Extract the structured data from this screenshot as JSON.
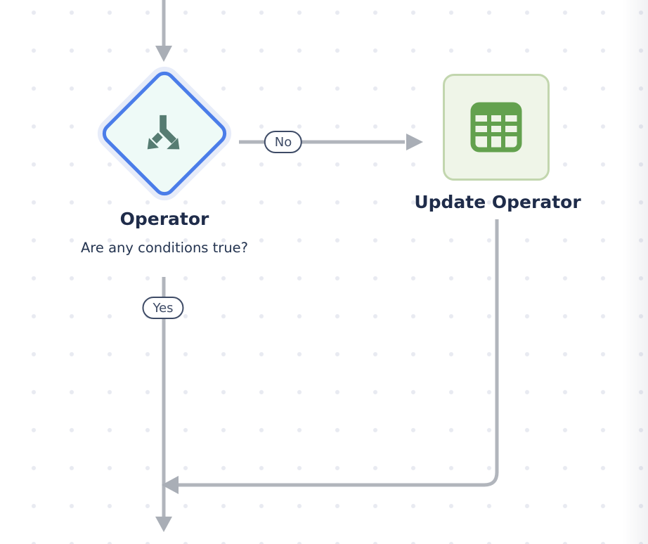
{
  "canvas": {
    "background_color": "#ffffff",
    "dot_color": "#e8eaf1",
    "edge_color": "#b1b5bc",
    "arrowhead_color": "#a9aeb6"
  },
  "nodes": {
    "operator": {
      "title": "Operator",
      "subtitle": "Are any conditions true?",
      "shape": "diamond",
      "icon": "branch-split-icon",
      "border_color": "#4b7de9",
      "fill_color": "#eefaf7",
      "halo_color": "#e7ecf9",
      "icon_color": "#567c72"
    },
    "update_operator": {
      "title": "Update Operator",
      "shape": "rounded-square",
      "icon": "table-icon",
      "border_color": "#c2d6ae",
      "fill_color": "#eff5e8",
      "icon_color": "#63a14e"
    }
  },
  "edges": {
    "no_branch": {
      "label": "No"
    },
    "yes_branch": {
      "label": "Yes"
    },
    "label_text_color": "#3e4b66",
    "label_border_color": "#3e4b66",
    "label_fill_color": "#ffffff"
  },
  "text_color": "#1f2c4a"
}
